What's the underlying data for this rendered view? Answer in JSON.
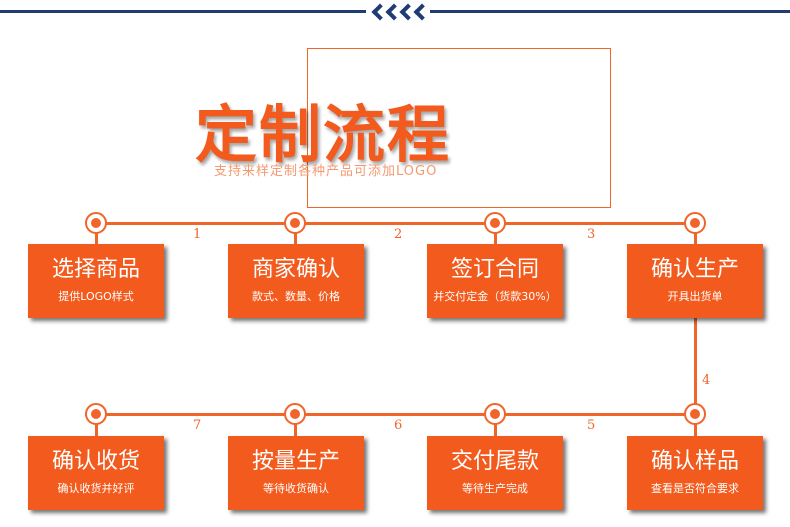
{
  "title": "定制流程",
  "subtitle": "支持来样定制各种产品可添加LOGO",
  "step_numbers": [
    "1",
    "2",
    "3",
    "4",
    "5",
    "6",
    "7"
  ],
  "steps": [
    {
      "title": "选择商品",
      "desc": "提供LOGO样式"
    },
    {
      "title": "商家确认",
      "desc": "款式、数量、价格"
    },
    {
      "title": "签订合同",
      "desc": "并交付定金（货款30%）"
    },
    {
      "title": "确认生产",
      "desc": "开具出货单"
    },
    {
      "title": "确认样品",
      "desc": "查看是否符合要求"
    },
    {
      "title": "交付尾款",
      "desc": "等待生产完成"
    },
    {
      "title": "按量生产",
      "desc": "等待收货确认"
    },
    {
      "title": "确认收货",
      "desc": "确认收货并好评"
    }
  ],
  "colors": {
    "accent": "#f25b1d",
    "line": "#f0652a",
    "topbar": "#1f3c73"
  }
}
